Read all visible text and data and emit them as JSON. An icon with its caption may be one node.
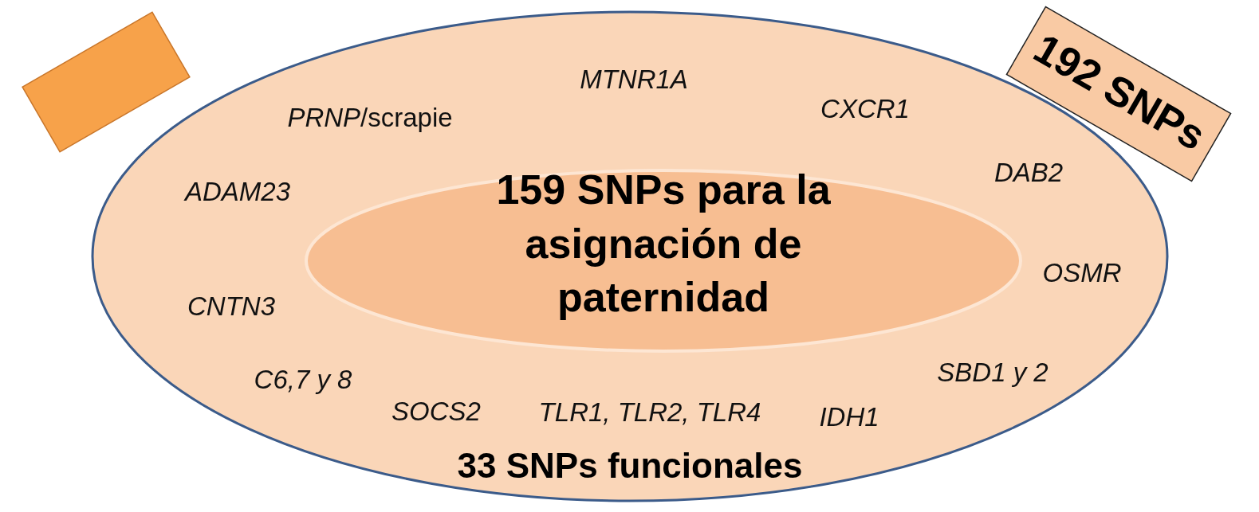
{
  "diagram": {
    "nodes": [
      {
        "text": [
          "33 SNPs funcionales"
        ]
      },
      {
        "text": [
          "159 SNPs para la asignación de paternidad"
        ],
        "in": 0
      },
      {
        "text": [],
        "shape": "box"
      },
      {
        "text": [
          "192 SNPs"
        ]
      }
    ],
    "labels": [
      "MTNR1A",
      "*PRNP*/scrapie",
      "CXCR1",
      "DAB2",
      "ADAM23",
      "OSMR",
      "CNTN3",
      "C6,7 y 8",
      "SBD1 y 2",
      "SOCS2",
      "TLR1, TLR2, TLR4",
      "IDH1"
    ]
  }
}
